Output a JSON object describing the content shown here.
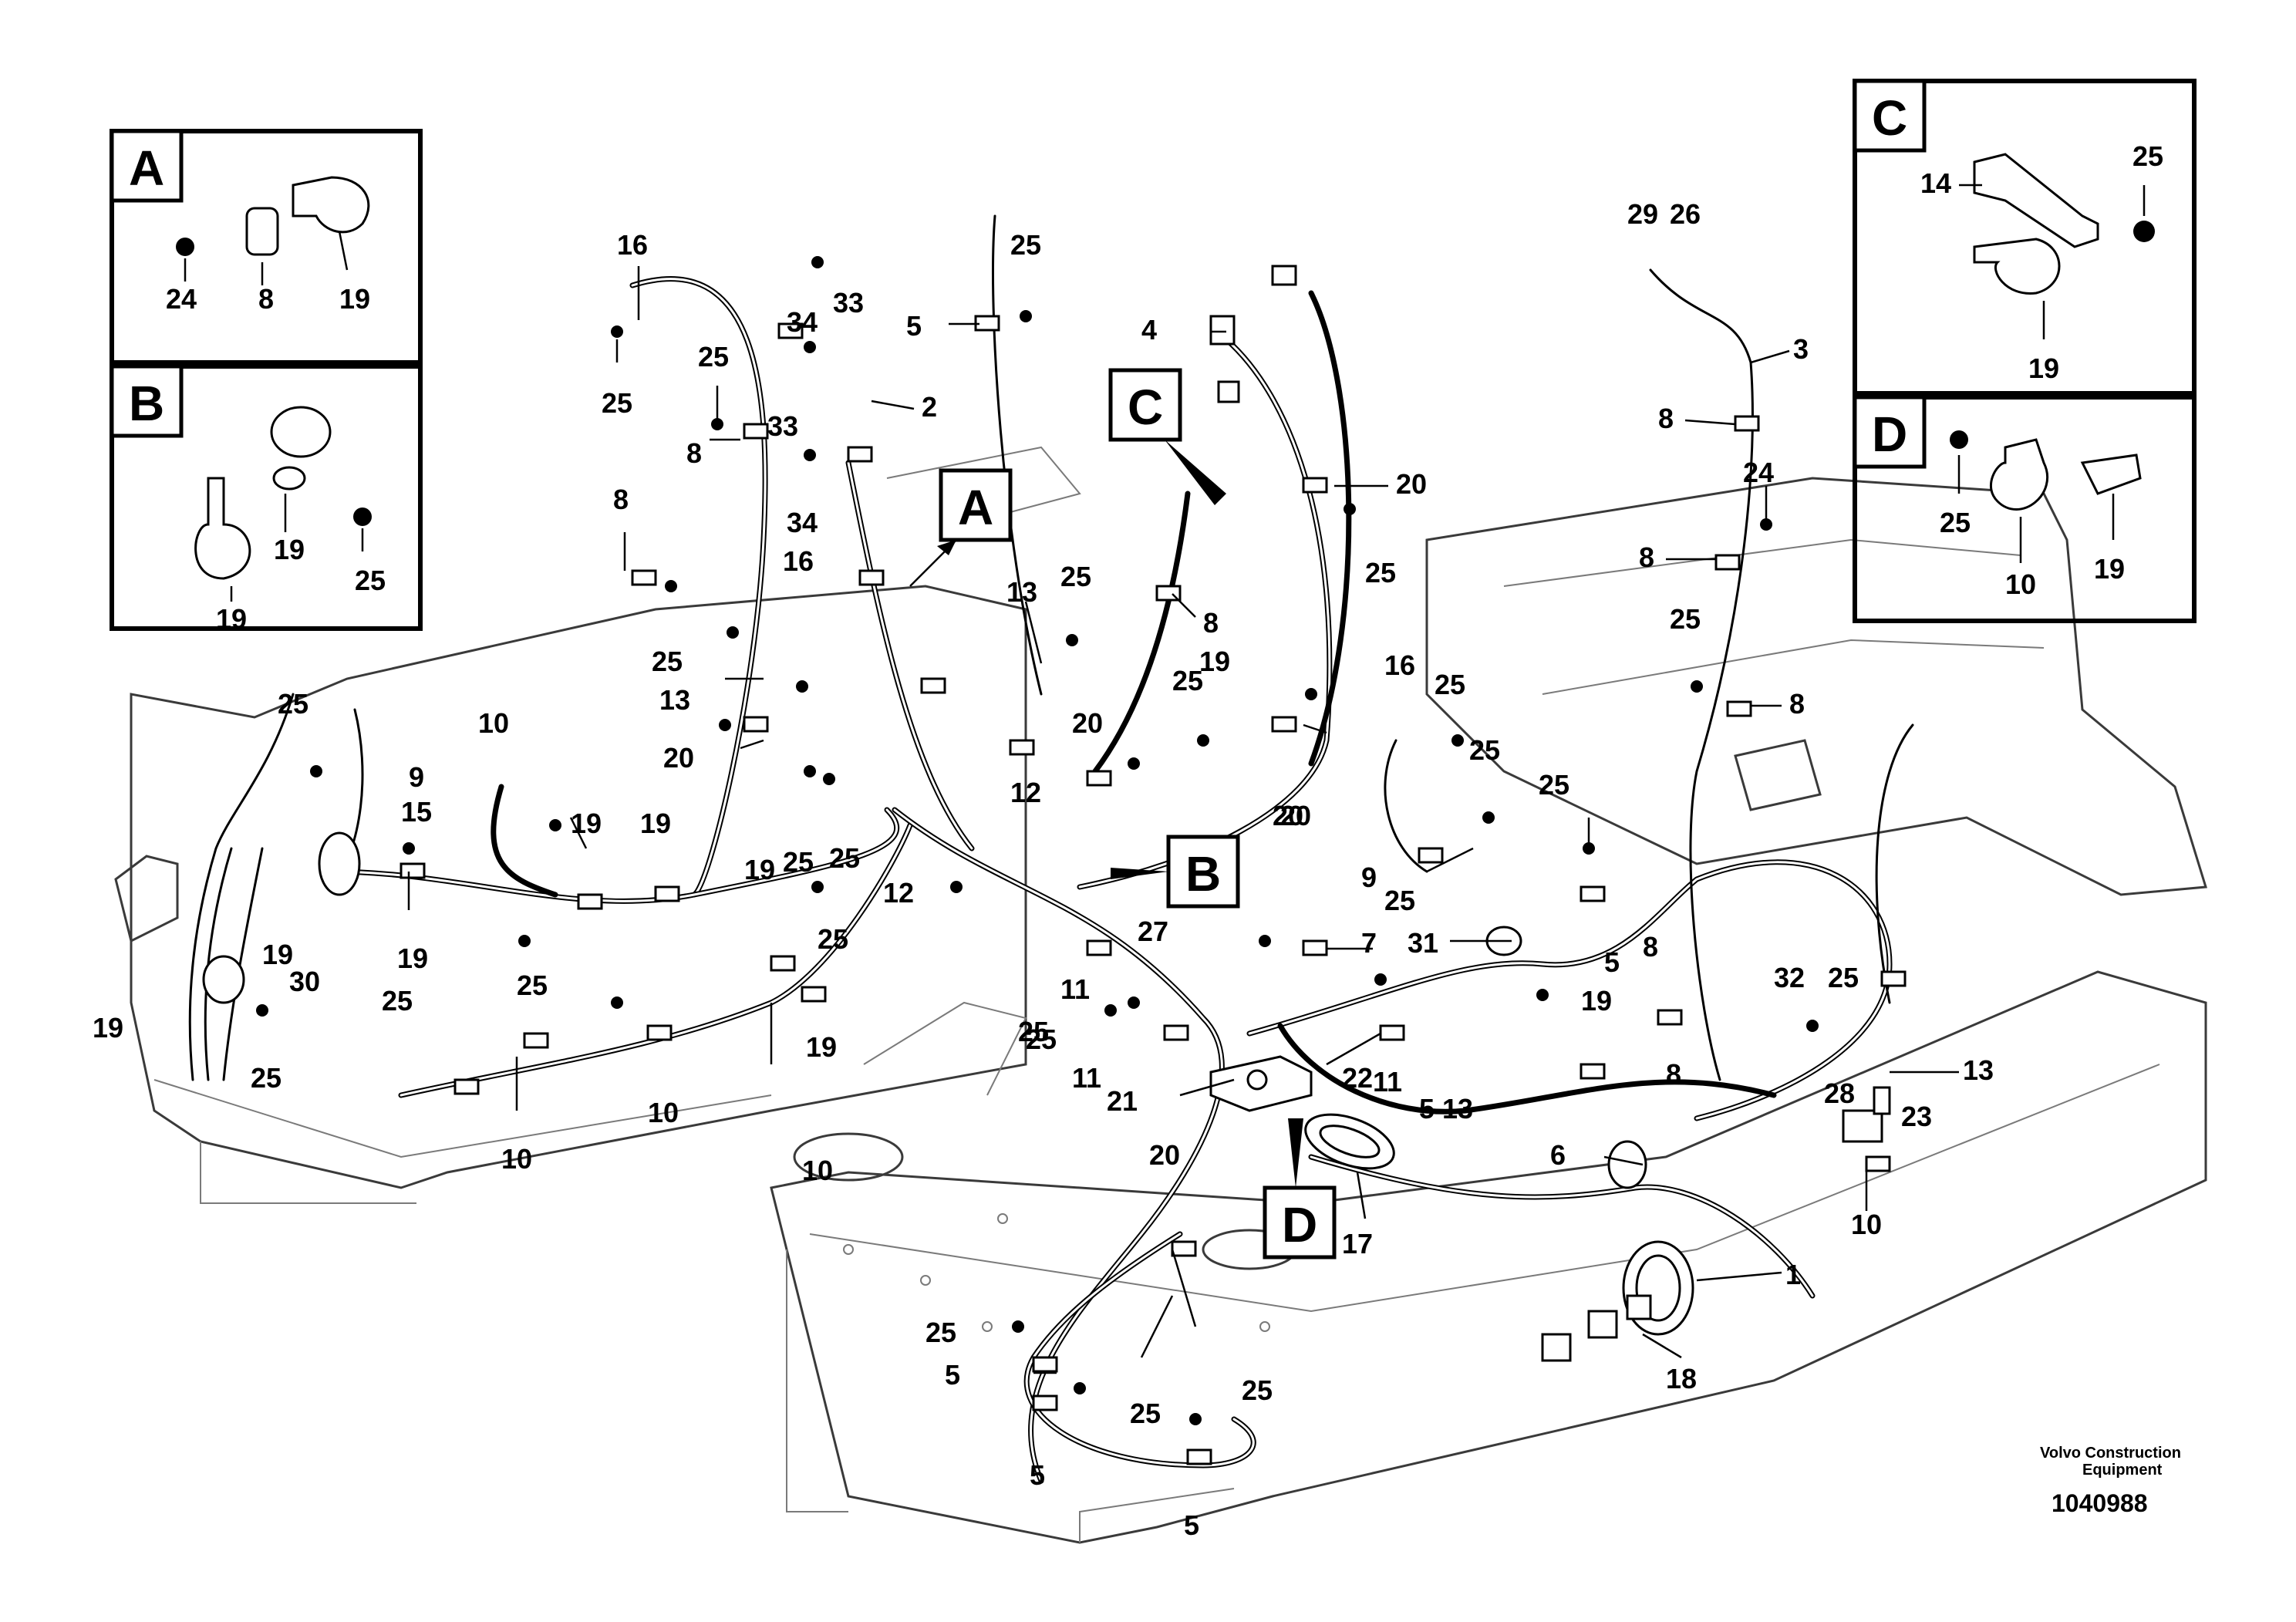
{
  "credit": {
    "line1": "Volvo Construction",
    "line2": "Equipment",
    "image_number": "1040988"
  },
  "detail_views": {
    "A": {
      "letter": "A",
      "labels": [
        "24",
        "8",
        "19"
      ]
    },
    "B": {
      "letter": "B",
      "labels": [
        "19",
        "19",
        "25"
      ]
    },
    "C": {
      "letter": "C",
      "labels": [
        "14",
        "25",
        "19"
      ]
    },
    "D": {
      "letter": "D",
      "labels": [
        "25",
        "10",
        "19"
      ]
    }
  },
  "callout_tags": {
    "A": "A",
    "B": "B",
    "C": "C",
    "D": "D"
  },
  "part_numbers": [
    "16",
    "25",
    "8",
    "8",
    "25",
    "13",
    "20",
    "16",
    "25",
    "34",
    "33",
    "33",
    "34",
    "25",
    "5",
    "2",
    "4",
    "20",
    "25",
    "8",
    "19",
    "25",
    "20",
    "20",
    "13",
    "25",
    "29",
    "26",
    "3",
    "8",
    "24",
    "8",
    "25",
    "8",
    "25",
    "9",
    "15",
    "10",
    "19",
    "19",
    "19",
    "19",
    "25",
    "25",
    "19",
    "25",
    "10",
    "19",
    "30",
    "25",
    "25",
    "10",
    "10",
    "12",
    "12",
    "25",
    "11",
    "25",
    "11",
    "27",
    "21",
    "22",
    "16",
    "25",
    "25",
    "9",
    "7",
    "31",
    "25",
    "25",
    "5",
    "8",
    "19",
    "11",
    "5",
    "13",
    "8",
    "32",
    "25",
    "13",
    "28",
    "23",
    "10",
    "6",
    "17",
    "1",
    "18",
    "20",
    "25",
    "5",
    "25",
    "25",
    "5",
    "5",
    "20",
    "19",
    "25"
  ]
}
